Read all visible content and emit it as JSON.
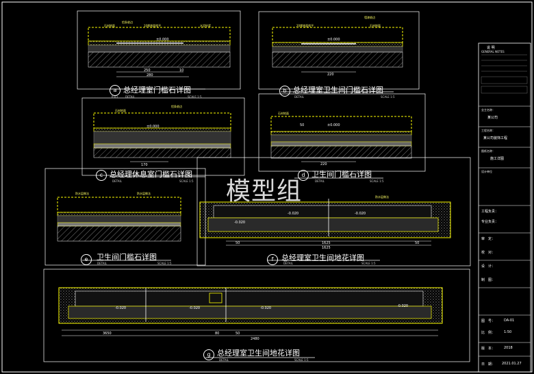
{
  "watermark": "模型组",
  "details": [
    {
      "id": "a",
      "title": "总经理室门槛石详图",
      "labels": [
        "铝条收边",
        "石材地面",
        "10厚地面找平",
        "水泥砂浆",
        "±0.000"
      ],
      "dims": [
        "250",
        "10",
        "280"
      ]
    },
    {
      "id": "b",
      "title": "总经理室卫生间门槛石详图",
      "labels": [
        "墙漆收边",
        "20厚地面找平",
        "石材地面",
        "±0.000"
      ],
      "dims": [
        "220"
      ]
    },
    {
      "id": "c",
      "title": "总经理休息室门槛石详图",
      "labels": [
        "铝条收边",
        "石材地面",
        "±0.000"
      ],
      "dims": [
        "170"
      ]
    },
    {
      "id": "d",
      "title": "卫生间门槛石详图",
      "labels": [
        "石材地面",
        "±0.000",
        "50"
      ],
      "dims": [
        "220"
      ]
    },
    {
      "id": "e",
      "title": "卫生间门槛石详图",
      "labels": [
        "防水层做法",
        "防水层做法"
      ],
      "dims": []
    },
    {
      "id": "f",
      "title": "总经理室卫生间地花详图",
      "labels": [
        "防水层做法",
        "-0.020",
        "-0.020",
        "-0.020"
      ],
      "dims": [
        "50",
        "1625",
        "50",
        "1625"
      ]
    },
    {
      "id": "g",
      "title": "总经理室卫生间地花详图",
      "labels": [
        "-0.020",
        "-0.020",
        "-0.020",
        "-0.020"
      ],
      "dims": [
        "3650",
        "80",
        "50",
        "2480"
      ]
    }
  ],
  "detail_tag": "DETAIL",
  "scale_tag": "SCALE 1:5",
  "sheet_no_tag": "P-03",
  "titleblock": {
    "notes_title": "说 明",
    "notes_sub": "GENERAL NOTES",
    "client_label": "业主名称：",
    "client_value": "某公司",
    "project_label": "工程名称：",
    "project_value": "某公司装饰工程",
    "drawing_label": "图纸名称：",
    "drawing_value": "施工详图",
    "design_label": "设计单位",
    "rows": [
      "工程负责：",
      "专业负责：",
      "审　定：",
      "校　对：",
      "设　计：",
      "制　图："
    ],
    "drawing_no_label": "图　号：",
    "drawing_no": "DA-01",
    "scale_label": "比　例：",
    "scale_value": "1:50",
    "version_label": "版　本：",
    "version_value": "2018",
    "date_label": "日　期：",
    "date_value": "2021.01.27"
  }
}
